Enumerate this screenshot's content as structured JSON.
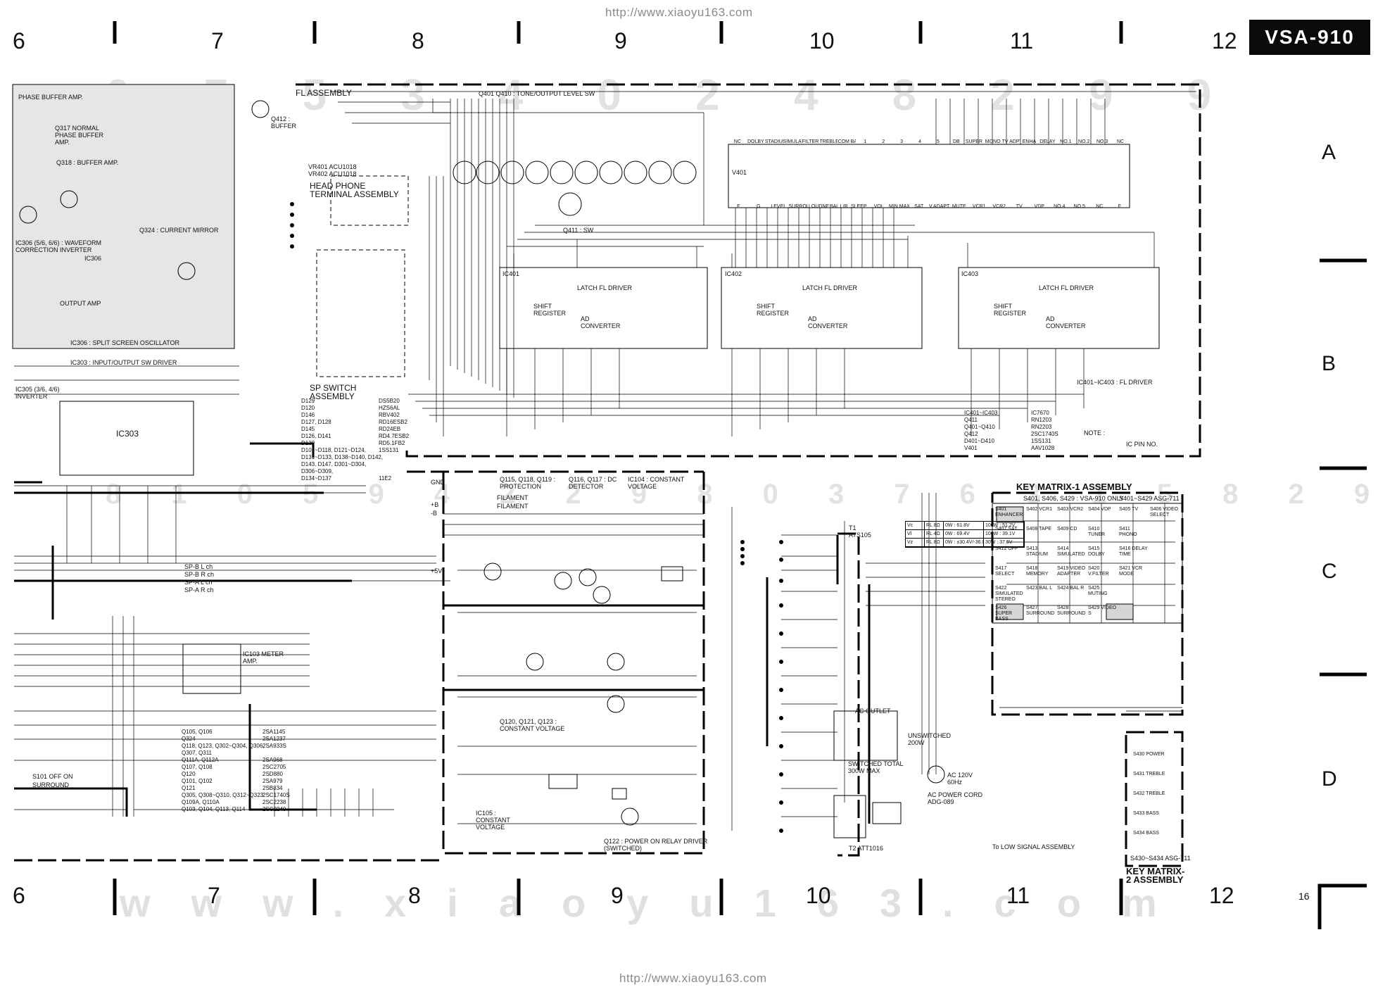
{
  "header": {
    "url": "http://www.xiaoyu163.com",
    "model": "VSA-910",
    "page_number": "16"
  },
  "grid": {
    "columns": [
      "6",
      "7",
      "8",
      "9",
      "10",
      "11",
      "12"
    ],
    "rows": [
      "A",
      "B",
      "C",
      "D"
    ]
  },
  "footer_watermark": "www.xiaoyu163.com",
  "blocks": {
    "fl_assembly": "FL ASSEMBLY",
    "tone_output": "Q401  Q410 : TONE/OUTPUT LEVEL SW",
    "q411": "Q411 : SW",
    "v401": "V401",
    "head_phone": "HEAD PHONE TERMINAL ASSEMBLY",
    "sp_switch": "SP SWITCH ASSEMBLY",
    "phase_buffer": "PHASE BUFFER AMP.",
    "normal_phase": "Q317 NORMAL PHASE BUFFER AMP.",
    "q318": "Q318 : BUFFER AMP.",
    "q324": "Q324 : CURRENT MIRROR",
    "waveform": "IC306 (5/6, 6/6) : WAVEFORM CORRECTION INVERTER",
    "q412": "Q412 : BUFFER",
    "split_screen": "IC306 : SPLIT SCREEN OSCILLATOR",
    "ic303_label": "IC303 : INPUT/OUTPUT SW DRIVER",
    "inverter": "IC305 (3/6, 4/6) INVERTER",
    "ic303": "IC303",
    "ic306": "IC306",
    "output_amp": "OUTPUT AMP",
    "vr401": "VR401  ACU1018",
    "vr402": "VR402  ACU1018",
    "latch": "LATCH FL DRIVER",
    "shift_register": "SHIFT REGISTER",
    "ad_converter": "AD CONVERTER",
    "ic401": "IC401",
    "ic402": "IC402",
    "ic403": "IC403",
    "fl_driver": "IC401~IC403 : FL DRIVER",
    "protection": "Q115, Q118, Q119 : PROTECTION",
    "dc_detector": "Q116, Q117 : DC DETECTOR",
    "constant_voltage": "IC104 : CONSTANT VOLTAGE",
    "meter_amp": "IC103 METER AMP.",
    "constant_voltage2": "Q120, Q121, Q123 : CONSTANT VOLTAGE",
    "ic105": "IC105 : CONSTANT VOLTAGE",
    "power_relay": "Q122 : POWER ON RELAY DRIVER (SWITCHED)",
    "key_matrix_1": "KEY MATRIX-1 ASSEMBLY",
    "key_matrix_2": "KEY MATRIX-2 ASSEMBLY",
    "key_matrix_1_part": "S401~S429    ASG-711",
    "key_matrix_2_part": "S430~S434    ASG-711",
    "key_note": "S401, S406, S429 : VSA-910 ONLY",
    "ac_outlet": "AC OUTLET",
    "unswitched": "UNSWITCHED 200W",
    "switched": "SWITCHED TOTAL 300W MAX",
    "ac_cord": "AC POWER CORD ADG-089",
    "ac_120": "AC 120V 60Hz",
    "t1": "T1 ATS105",
    "t2": "T2 ATT1016",
    "low_signal": "To LOW SIGNAL ASSEMBLY",
    "surround": "SURROUND",
    "s101": "S101 OFF ON",
    "note": "NOTE :",
    "ic_pin": "IC PIN NO."
  },
  "parts_fl": [
    [
      "IC401~IC403",
      "IC7670"
    ],
    [
      "Q411",
      "RN1203"
    ],
    [
      "Q401~Q410",
      "RN2203"
    ],
    [
      "Q412",
      "2SC1740S"
    ],
    [
      "D401~D410",
      "1SS131"
    ],
    [
      "V401",
      "AAV1028"
    ]
  ],
  "diodes_left": [
    [
      "D129",
      "DS5B20"
    ],
    [
      "D120",
      "HZS6AL"
    ],
    [
      "D146",
      "RBV402"
    ],
    [
      "D127, D128",
      "RD16ESB2"
    ],
    [
      "D145",
      "RD24EB"
    ],
    [
      "D126, D141",
      "RD4.7ESB2"
    ],
    [
      "D130",
      "RD5.1FB2"
    ],
    [
      "D101~D118, D121~D124,",
      "1SS131"
    ],
    [
      "D131~D133, D138~D140, D142,",
      ""
    ],
    [
      "D143, D147, D301~D304,",
      ""
    ],
    [
      "D306~D309,",
      ""
    ],
    [
      "D134~D137",
      "11E2"
    ]
  ],
  "transistors": [
    [
      "Q105, Q106",
      "2SA1145"
    ],
    [
      "Q324",
      "2SA1237"
    ],
    [
      "Q118, Q123, Q302~Q304, Q306,",
      "2SA933S"
    ],
    [
      "Q307, Q311",
      ""
    ],
    [
      "Q111A, Q112A",
      "2SA968"
    ],
    [
      "Q107, Q108",
      "2SC2705"
    ],
    [
      "Q120",
      "2SD880"
    ],
    [
      "Q101, Q102",
      "2SA979"
    ],
    [
      "Q121",
      "2SB834"
    ],
    [
      "Q305, Q308~Q310, Q312~Q323",
      "2SC1740S"
    ],
    [
      "Q109A, Q110A",
      "2SC2238"
    ],
    [
      "Q103, Q104, Q113, Q114",
      "2SC2240"
    ]
  ],
  "voltage_table": [
    [
      "Vc",
      "RL 8Ω",
      "0W : 61.8V",
      "100W : 51.2V"
    ],
    [
      "Vl",
      "RL 4Ω",
      "0W : 69.4V",
      "100W : 39.1V"
    ],
    [
      "Vz",
      "RL 8Ω",
      "0W : ±30.4V/-36.0V",
      "30W : 37.5V"
    ]
  ],
  "keys": [
    [
      "S401 ENHANCER",
      "S402 VCR1",
      "S403 VCR2",
      "S404 VDP",
      "S405 TV",
      "S406 VIDEO SELECT"
    ],
    [
      "S407 SAT",
      "S408 TAPE",
      "S409 CD",
      "S410 TUNER",
      "S411 PHONO",
      ""
    ],
    [
      "S412 OFF",
      "S413 STADIUM",
      "S414 SIMULATED",
      "S415 DOLBY",
      "S416 DELAY TIME",
      ""
    ],
    [
      "S417 SELECT",
      "S418 MEMORY",
      "S419 VIDEO ADAPTER",
      "S420 V.FILTER",
      "S421 VCR MODE",
      ""
    ],
    [
      "S422 SIMULATED STEREO",
      "S423 BAL L",
      "S424 BAL R",
      "S425 MUTING",
      "",
      ""
    ],
    [
      "S426 SUPER BASS",
      "S427 SURROUND",
      "S428 SURROUND",
      "S429 VIDEO S",
      "",
      ""
    ]
  ],
  "keys2": [
    "S430 POWER",
    "S431 TREBLE",
    "S432 TREBLE",
    "S433 BASS",
    "S434 BASS"
  ],
  "tube_pins_top": [
    "NC",
    "DOLBY",
    "STADIUM",
    "SIMULATED",
    "FILTER",
    "TREBLE",
    "COM BASS",
    "1",
    "2",
    "3",
    "4",
    "5",
    "DB",
    "SUPER B",
    "MONO",
    "TV ADPT",
    "ENHA",
    "DELAY",
    "NO.1",
    "NO.2",
    "NO.3",
    "NC"
  ],
  "tube_pins_bot": [
    "F",
    "G",
    "LEVEL",
    "SURROUND",
    "LOUDNESS",
    "BAL L/R",
    "SLEEP",
    "VOL",
    "MIN MAX",
    "SAT",
    "V.ADAPT",
    "MUTE",
    "VCR1",
    "VCR2",
    "TV",
    "VDP",
    "NO.4",
    "NO.5",
    "NC",
    "F"
  ],
  "sp_outputs": [
    "SP-B  L ch",
    "SP-B  R ch",
    "SP-A  L ch",
    "SP-A  R ch"
  ],
  "supply_lines": [
    "GND",
    "+B",
    "-B",
    "FILAMENT",
    "FILAMENT",
    "+5V"
  ]
}
